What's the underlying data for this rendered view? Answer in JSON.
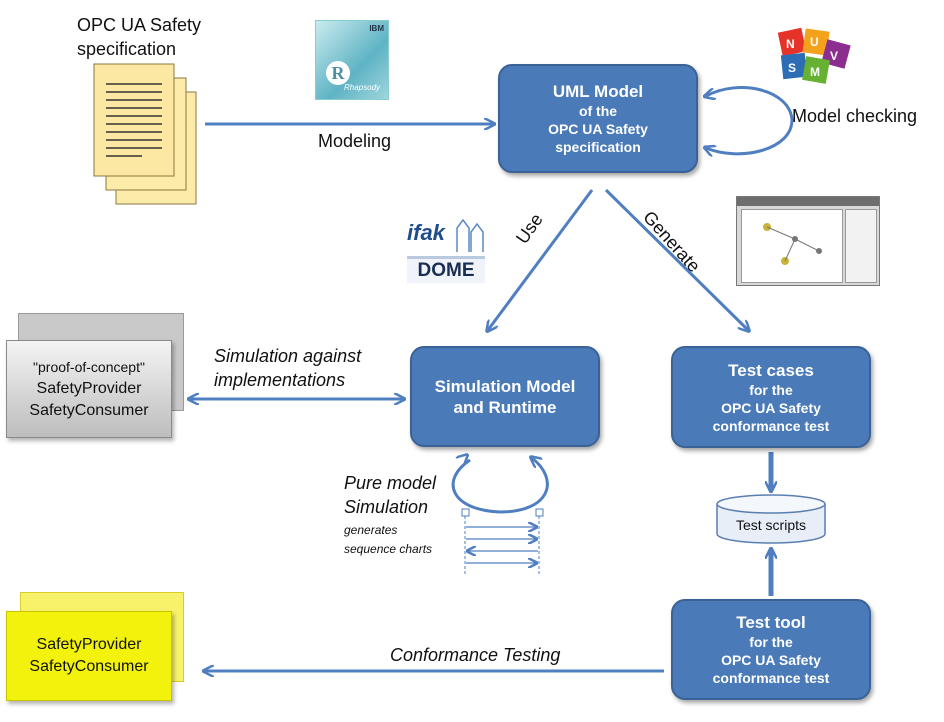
{
  "spec": {
    "line1": "OPC UA Safety",
    "line2": "specification"
  },
  "rhapsody": {
    "brand": "IBM",
    "name": "Rhapsody"
  },
  "uml_model": {
    "title": "UML Model",
    "line2": "of  the",
    "line3": "OPC UA Safety",
    "line4": "specification"
  },
  "labels": {
    "modeling": "Modeling",
    "model_checking": "Model checking",
    "use": "Use",
    "generate": "Generate",
    "simulation_against_1": "Simulation against",
    "simulation_against_2": "implementations",
    "pure_model_1": "Pure model",
    "pure_model_2": "Simulation",
    "generates_1": "generates",
    "generates_2": "sequence charts",
    "conformance_testing": "Conformance Testing"
  },
  "nusmv": {
    "letters": [
      "N",
      "U",
      "S",
      "M",
      "V"
    ]
  },
  "ifak": {
    "top": "ifak",
    "bottom": "DOME"
  },
  "proof_of_concept": {
    "line1": "\"proof-of-concept\"",
    "line2": "SafetyProvider",
    "line3": "SafetyConsumer"
  },
  "simulation_model": {
    "line1": "Simulation Model",
    "line2": "and Runtime"
  },
  "test_cases": {
    "title": "Test cases",
    "line2": "for  the",
    "line3": "OPC UA Safety",
    "line4": "conformance  test"
  },
  "test_scripts": {
    "label": "Test scripts"
  },
  "test_tool": {
    "title": "Test tool",
    "line2": "for  the",
    "line3": "OPC UA Safety",
    "line4": "conformance  test"
  },
  "implementations": {
    "line1": "SafetyProvider",
    "line2": "SafetyConsumer"
  },
  "colors": {
    "box_fill": "#4a7ab8",
    "arrow": "#4f7fc0",
    "yellow": "#f2f20c",
    "gray": "#c9c9c9"
  }
}
